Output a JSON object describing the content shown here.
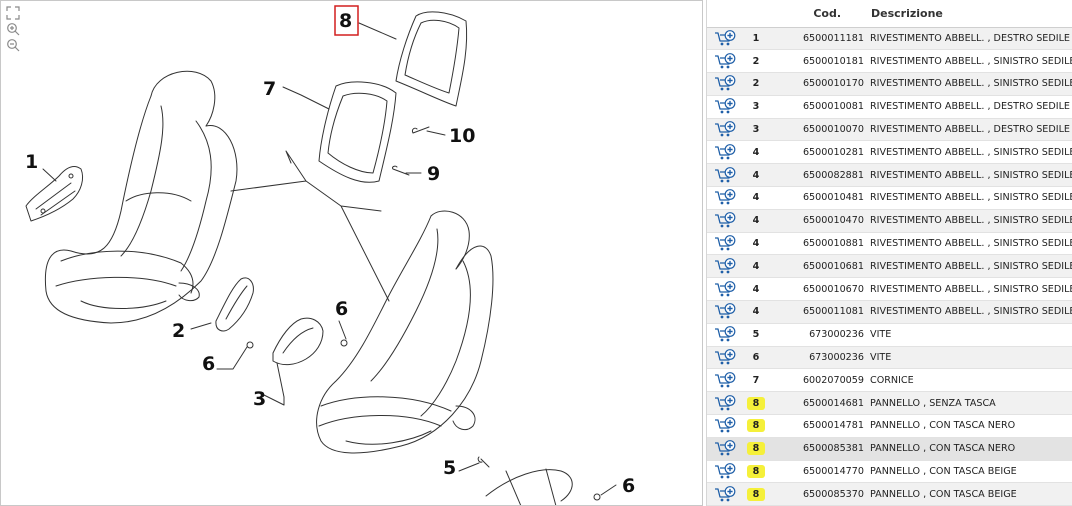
{
  "diagram": {
    "callouts": {
      "c1": "1",
      "c2": "2",
      "c3": "3",
      "c5": "5",
      "c6a": "6",
      "c6b": "6",
      "c6c": "6",
      "c7": "7",
      "c8": "8",
      "c9": "9",
      "c10": "10"
    },
    "selected_callout": "8",
    "selected_color": "#d21f1f",
    "tools": [
      "fit-icon",
      "zoom-in-icon",
      "zoom-out-icon"
    ]
  },
  "table": {
    "headers": {
      "icon": "",
      "ref": "",
      "code": "Cod.",
      "desc": "Descrizione"
    },
    "cart_icon": "cart-add-icon",
    "cart_color": "#1f5fa8",
    "highlight_color": "#f5f03a",
    "rows": [
      {
        "ref": "1",
        "code": "6500011181",
        "desc": "RIVESTIMENTO ABBELL. , DESTRO SEDILE",
        "hl": false
      },
      {
        "ref": "2",
        "code": "6500010181",
        "desc": "RIVESTIMENTO ABBELL. , SINISTRO SEDILE",
        "hl": false
      },
      {
        "ref": "2",
        "code": "6500010170",
        "desc": "RIVESTIMENTO ABBELL. , SINISTRO SEDILE",
        "hl": false
      },
      {
        "ref": "3",
        "code": "6500010081",
        "desc": "RIVESTIMENTO ABBELL. , DESTRO SEDILE",
        "hl": false
      },
      {
        "ref": "3",
        "code": "6500010070",
        "desc": "RIVESTIMENTO ABBELL. , DESTRO SEDILE",
        "hl": false
      },
      {
        "ref": "4",
        "code": "6500010281",
        "desc": "RIVESTIMENTO ABBELL. , SINISTRO SEDILE",
        "hl": false
      },
      {
        "ref": "4",
        "code": "6500082881",
        "desc": "RIVESTIMENTO ABBELL. , SINISTRO SEDILE",
        "hl": false
      },
      {
        "ref": "4",
        "code": "6500010481",
        "desc": "RIVESTIMENTO ABBELL. , SINISTRO SEDILE",
        "hl": false
      },
      {
        "ref": "4",
        "code": "6500010470",
        "desc": "RIVESTIMENTO ABBELL. , SINISTRO SEDILE",
        "hl": false
      },
      {
        "ref": "4",
        "code": "6500010881",
        "desc": "RIVESTIMENTO ABBELL. , SINISTRO SEDILE",
        "hl": false
      },
      {
        "ref": "4",
        "code": "6500010681",
        "desc": "RIVESTIMENTO ABBELL. , SINISTRO SEDILE",
        "hl": false
      },
      {
        "ref": "4",
        "code": "6500010670",
        "desc": "RIVESTIMENTO ABBELL. , SINISTRO SEDILE",
        "hl": false
      },
      {
        "ref": "4",
        "code": "6500011081",
        "desc": "RIVESTIMENTO ABBELL. , SINISTRO SEDILE",
        "hl": false
      },
      {
        "ref": "5",
        "code": "673000236",
        "desc": "VITE",
        "hl": false
      },
      {
        "ref": "6",
        "code": "673000236",
        "desc": "VITE",
        "hl": false
      },
      {
        "ref": "7",
        "code": "6002070059",
        "desc": "CORNICE",
        "hl": false
      },
      {
        "ref": "8",
        "code": "6500014681",
        "desc": "PANNELLO , SENZA TASCA",
        "hl": true
      },
      {
        "ref": "8",
        "code": "6500014781",
        "desc": "PANNELLO , CON TASCA NERO",
        "hl": true
      },
      {
        "ref": "8",
        "code": "6500085381",
        "desc": "PANNELLO , CON TASCA NERO",
        "hl": true,
        "hover": true
      },
      {
        "ref": "8",
        "code": "6500014770",
        "desc": "PANNELLO , CON TASCA BEIGE",
        "hl": true
      },
      {
        "ref": "8",
        "code": "6500085370",
        "desc": "PANNELLO , CON TASCA BEIGE",
        "hl": true
      }
    ]
  }
}
